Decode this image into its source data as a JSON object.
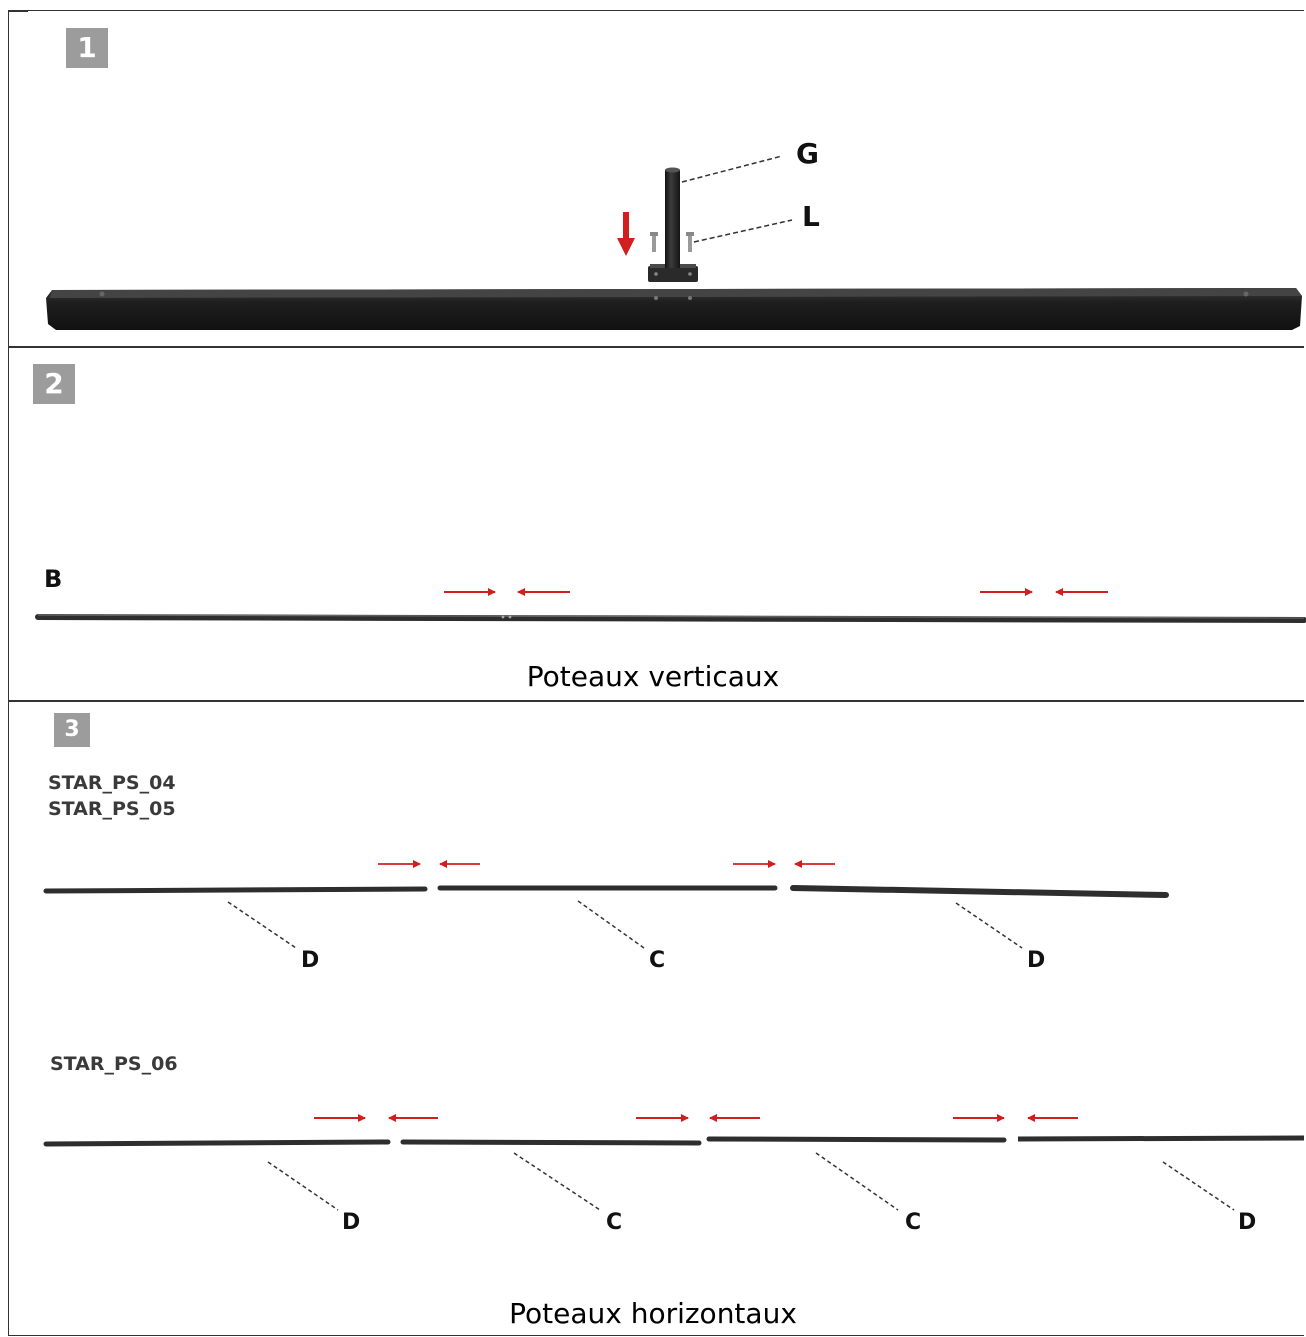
{
  "steps": [
    {
      "number": "1"
    },
    {
      "number": "2"
    },
    {
      "number": "3"
    }
  ],
  "step1": {
    "label_g": "G",
    "label_l": "L"
  },
  "step2": {
    "label_b": "B",
    "caption": "Poteaux verticaux"
  },
  "step3": {
    "model_a_line1": "STAR_PS_04",
    "model_a_line2": "STAR_PS_05",
    "model_b": "STAR_PS_06",
    "row1_labels": [
      "D",
      "C",
      "D"
    ],
    "row2_labels": [
      "D",
      "C",
      "C",
      "D"
    ],
    "caption": "Poteaux horizontaux"
  },
  "colors": {
    "arrow": "#d11f1f",
    "pole": "#2b2b2b",
    "badge": "#9c9c9c"
  }
}
